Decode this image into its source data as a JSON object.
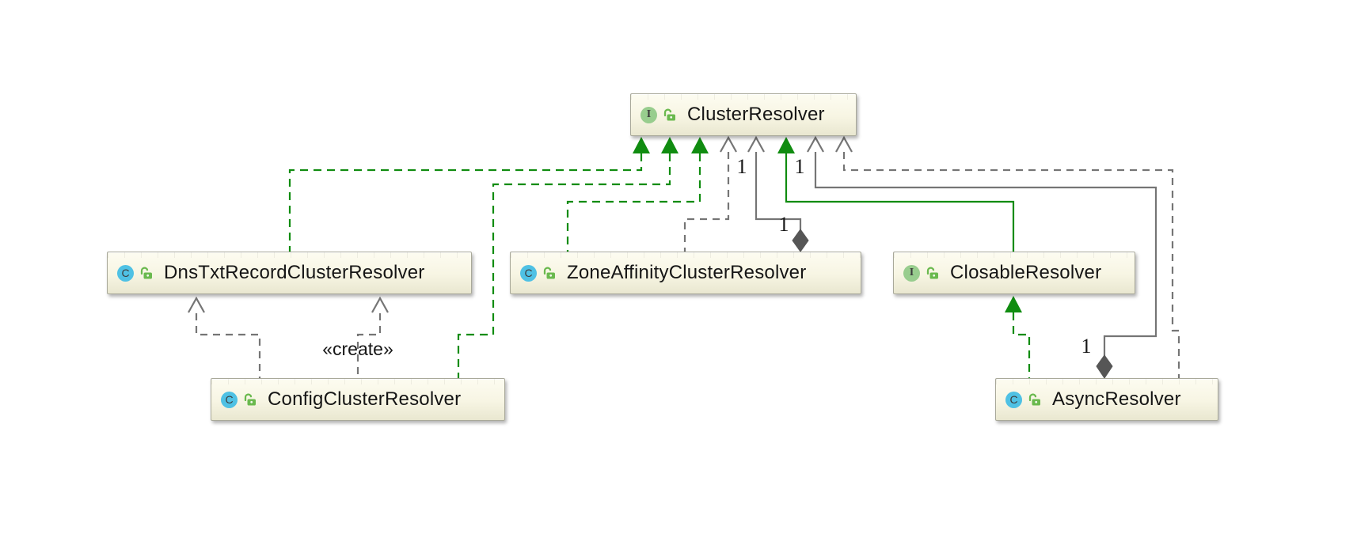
{
  "diagram_title": "ClusterResolver class diagram",
  "colors": {
    "green": "#108c10",
    "gray": "#757575",
    "diamond": "#565656",
    "node_border": "#a9a99a",
    "text": "#151515",
    "iface_bg": "#98cd8e",
    "class_bg": "#4fc1e4",
    "lock_green": "#6ab94e"
  },
  "nodes": {
    "cluster": {
      "label": "ClusterResolver",
      "kind": "interface",
      "icon_letter": "I",
      "visibility_icon": "open-lock"
    },
    "dns": {
      "label": "DnsTxtRecordClusterResolver",
      "kind": "class",
      "icon_letter": "C",
      "visibility_icon": "open-lock"
    },
    "zone": {
      "label": "ZoneAffinityClusterResolver",
      "kind": "class",
      "icon_letter": "C",
      "visibility_icon": "open-lock"
    },
    "closable": {
      "label": "ClosableResolver",
      "kind": "interface",
      "icon_letter": "I",
      "visibility_icon": "open-lock"
    },
    "config": {
      "label": "ConfigClusterResolver",
      "kind": "class",
      "icon_letter": "C",
      "visibility_icon": "open-lock"
    },
    "async": {
      "label": "AsyncResolver",
      "kind": "class",
      "icon_letter": "C",
      "visibility_icon": "open-lock"
    }
  },
  "labels": {
    "create": "«create»",
    "mult_zone_arrow": "1",
    "mult_zone_diamond": "1",
    "mult_async_arrow": "1",
    "mult_async_diamond": "1"
  },
  "relationships": [
    {
      "from": "DnsTxtRecordClusterResolver",
      "to": "ClusterResolver",
      "type": "implements"
    },
    {
      "from": "ConfigClusterResolver",
      "to": "ClusterResolver",
      "type": "implements"
    },
    {
      "from": "ZoneAffinityClusterResolver",
      "to": "ClusterResolver",
      "type": "implements"
    },
    {
      "from": "ZoneAffinityClusterResolver",
      "to": "ClusterResolver",
      "type": "dependency"
    },
    {
      "from": "ZoneAffinityClusterResolver",
      "to": "ClusterResolver",
      "type": "aggregation",
      "multiplicity_arrow": "1",
      "multiplicity_diamond": "1"
    },
    {
      "from": "ClosableResolver",
      "to": "ClusterResolver",
      "type": "extends"
    },
    {
      "from": "AsyncResolver",
      "to": "ClusterResolver",
      "type": "aggregation",
      "multiplicity_arrow": "1",
      "multiplicity_diamond": "1"
    },
    {
      "from": "AsyncResolver",
      "to": "ClusterResolver",
      "type": "dependency"
    },
    {
      "from": "ConfigClusterResolver",
      "to": "DnsTxtRecordClusterResolver",
      "type": "dependency"
    },
    {
      "from": "ConfigClusterResolver",
      "to": "DnsTxtRecordClusterResolver",
      "type": "dependency",
      "stereotype": "«create»"
    },
    {
      "from": "AsyncResolver",
      "to": "ClosableResolver",
      "type": "implements"
    }
  ]
}
